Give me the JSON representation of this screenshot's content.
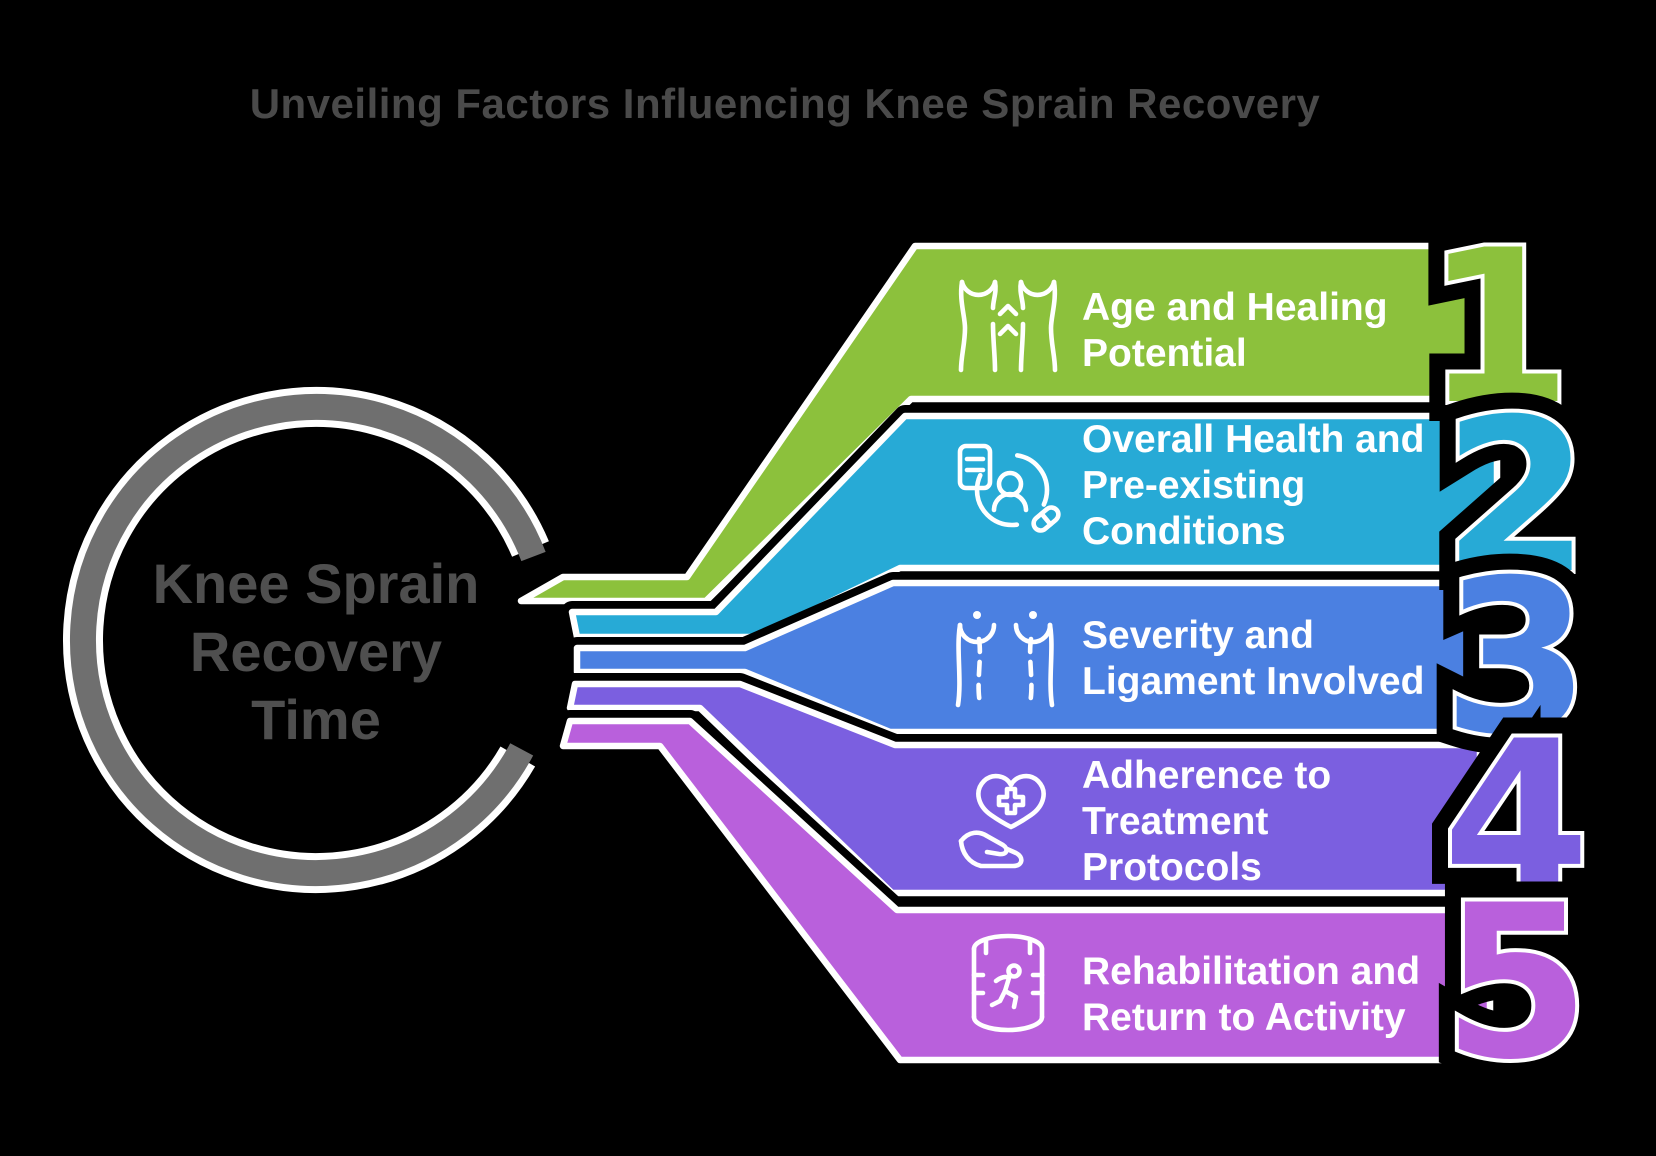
{
  "title": "Unveiling Factors Influencing Knee Sprain Recovery",
  "center_circle": {
    "lines": [
      "Knee Sprain",
      "Recovery",
      "Time"
    ]
  },
  "colors": {
    "background": "#000000",
    "ring": "#6f6f6f",
    "title_text": "#4a4a4a",
    "center_text": "#4f4f4f",
    "band_text": "#ffffff",
    "outline_white": "#ffffff"
  },
  "factors": [
    {
      "number": "1",
      "icon": "knee-joint-icon",
      "color": "#8cc13c",
      "lines": [
        "Age and Healing",
        "Potential",
        ""
      ]
    },
    {
      "number": "2",
      "icon": "medical-record-icon",
      "color": "#27aad6",
      "lines": [
        "Overall Health and",
        "Pre-existing",
        "Conditions"
      ]
    },
    {
      "number": "3",
      "icon": "knee-ligament-icon",
      "color": "#4b80e1",
      "lines": [
        "Severity and",
        "Ligament Involved",
        ""
      ]
    },
    {
      "number": "4",
      "icon": "care-hand-heart-icon",
      "color": "#7b5fe0",
      "lines": [
        "Adherence to",
        "Treatment",
        "Protocols"
      ]
    },
    {
      "number": "5",
      "icon": "knee-brace-runner-icon",
      "color": "#b960dc",
      "lines": [
        "Rehabilitation and",
        "Return to Activity",
        ""
      ]
    }
  ]
}
